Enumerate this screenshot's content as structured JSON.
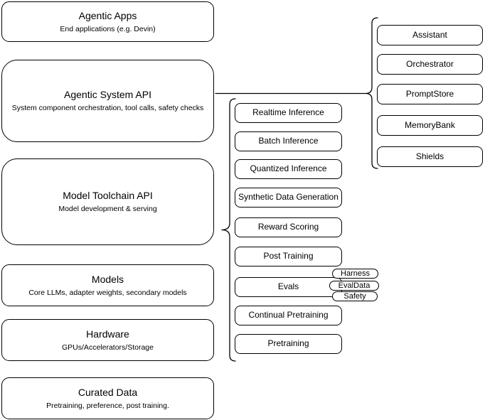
{
  "diagram": {
    "stack": {
      "agentic_apps": {
        "title": "Agentic Apps",
        "subtitle": "End applications (e.g. Devin)"
      },
      "agentic_system_api": {
        "title": "Agentic System API",
        "subtitle": "System component orchestration, tool calls, safety checks"
      },
      "model_toolchain_api": {
        "title": "Model Toolchain API",
        "subtitle": "Model development & serving"
      },
      "models": {
        "title": "Models",
        "subtitle": "Core LLMs, adapter weights, secondary models"
      },
      "hardware": {
        "title": "Hardware",
        "subtitle": "GPUs/Accelerators/Storage"
      },
      "curated_data": {
        "title": "Curated Data",
        "subtitle": "Pretraining, preference, post training."
      }
    },
    "toolchain_items": [
      "Realtime Inference",
      "Batch Inference",
      "Quantized Inference",
      "Synthetic Data Generation",
      "Reward Scoring",
      "Post Training",
      "Evals",
      "Continual Pretraining",
      "Pretraining"
    ],
    "evals_tags": [
      "Harness",
      "EvalData",
      "Safety"
    ],
    "system_components": [
      "Assistant",
      "Orchestrator",
      "PromptStore",
      "MemoryBank",
      "Shields"
    ],
    "colors": {
      "stroke": "#000000",
      "fill": "#ffffff",
      "text": "#000000",
      "background": "#ffffff"
    }
  }
}
